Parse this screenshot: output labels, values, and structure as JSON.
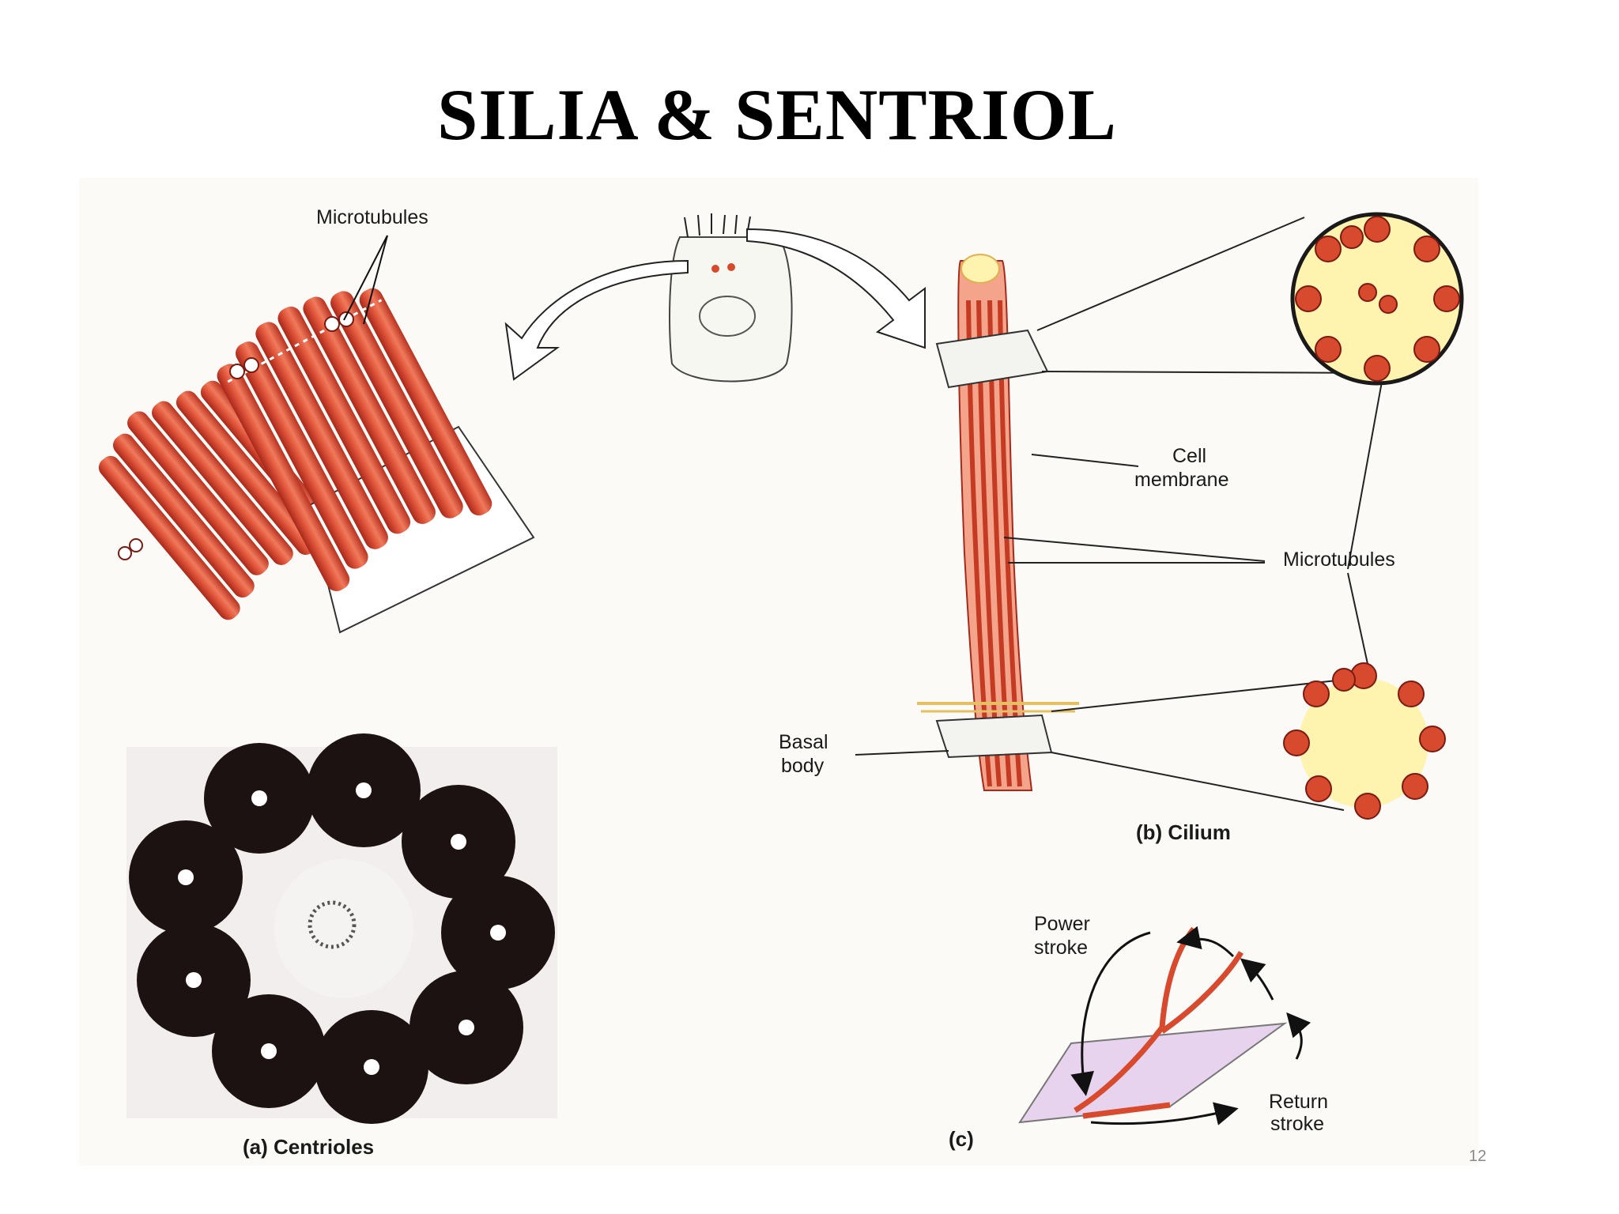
{
  "slide": {
    "title": "SILIA & SENTRIOL",
    "page_number": "12"
  },
  "labels": {
    "microtubules_top": "Microtubules",
    "cell_membrane_line1": "Cell",
    "cell_membrane_line2": "membrane",
    "microtubules_right": "Microtubules",
    "basal_body_line1": "Basal",
    "basal_body_line2": "body",
    "cilium_caption": "(b) Cilium",
    "centrioles_caption": "(a) Centrioles",
    "power_stroke_line1": "Power",
    "power_stroke_line2": "stroke",
    "return_stroke_line1": "Return",
    "return_stroke_line2": "stroke",
    "panel_c_caption": "(c)"
  },
  "colors": {
    "microtubule": "#d84a2e",
    "microtubule_dark": "#a8281a",
    "cytoplasm": "#fff3b0",
    "micrograph": "#1c1212",
    "stroke_surface": "#e7d3ee"
  }
}
